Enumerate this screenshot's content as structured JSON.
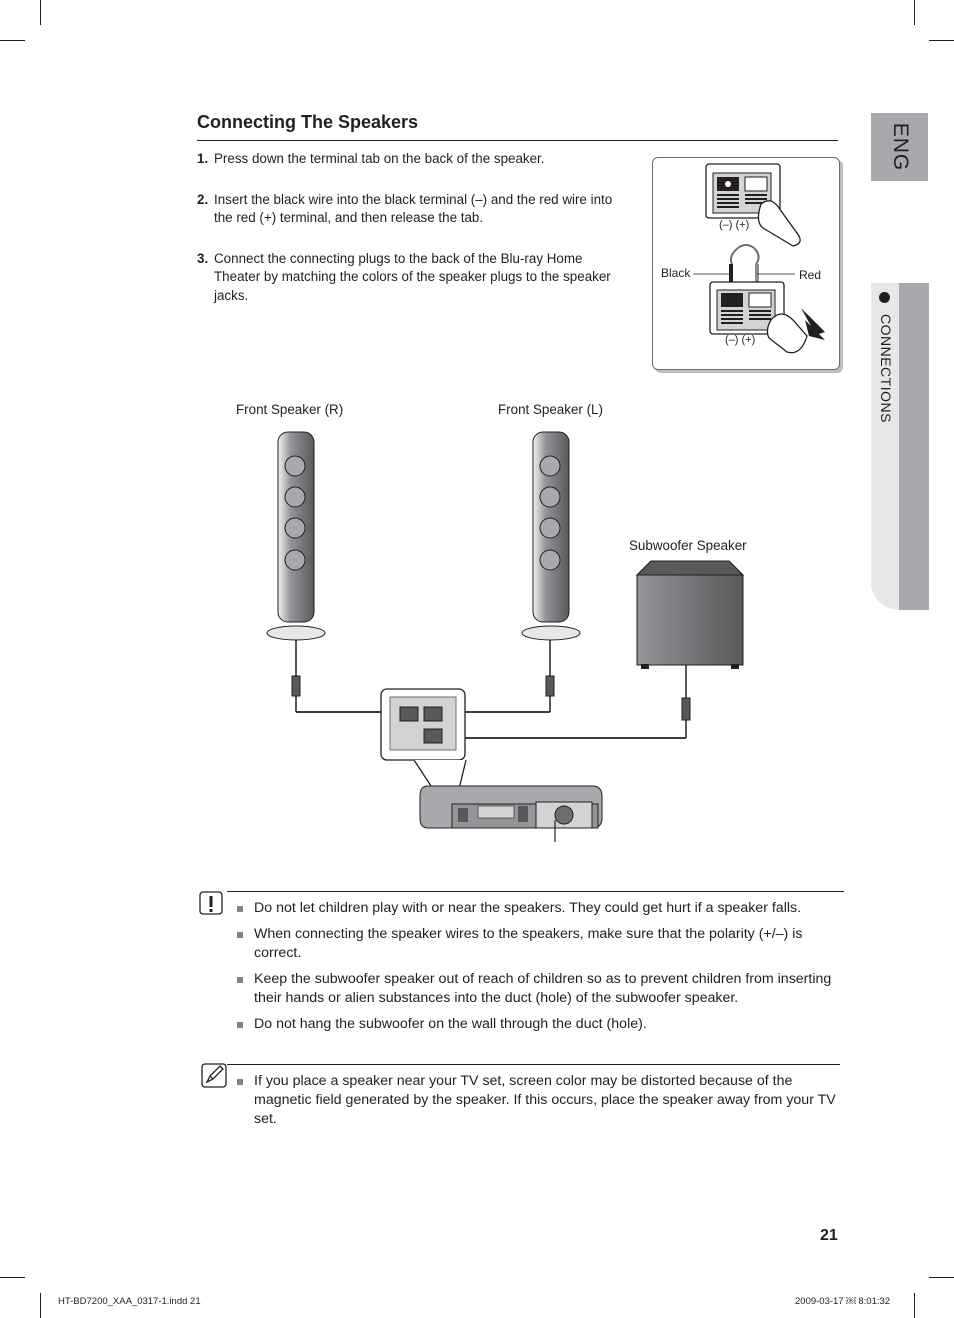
{
  "language_tab": "ENG",
  "section_tab": "CONNECTIONS",
  "title": "Connecting The Speakers",
  "steps": [
    {
      "num": "1.",
      "text": "Press down the terminal tab on the back of the speaker."
    },
    {
      "num": "2.",
      "text": "Insert the black wire into the black terminal (–) and the red wire into the red (+) terminal, and then release the tab."
    },
    {
      "num": "3.",
      "text": "Connect the connecting plugs to the back of the Blu-ray Home Theater by matching the colors of the speaker plugs to the speaker jacks."
    }
  ],
  "inset": {
    "polarity_top": "(–)  (+)",
    "polarity_bottom": "(–)  (+)",
    "black_label": "Black",
    "red_label": "Red"
  },
  "diagram": {
    "front_right": "Front Speaker (R)",
    "front_left": "Front Speaker (L)",
    "subwoofer": "Subwoofer Speaker"
  },
  "caution_notes": [
    "Do not let children play with or near the speakers. They could get hurt if a speaker falls.",
    "When connecting the speaker wires to the speakers, make sure that the polarity (+/–) is correct.",
    "Keep the subwoofer speaker out of reach of children so as to prevent children from inserting their hands or alien substances into the duct (hole) of the subwoofer speaker.",
    "Do not hang the subwoofer on the wall through the duct (hole)."
  ],
  "info_notes": [
    "If you place a speaker near your TV set, screen color may be distorted because of the magnetic field generated by the speaker. If this occurs, place the speaker away from your TV set."
  ],
  "page_number": "21",
  "slug_left": "HT-BD7200_XAA_0317-1.indd   21",
  "slug_right": "2009-03-17   ￼ 8:01:32",
  "colors": {
    "tab_gray": "#a7a9ac",
    "tab_light": "#e6e7e8",
    "speaker_gray": "#8a8c8e"
  }
}
